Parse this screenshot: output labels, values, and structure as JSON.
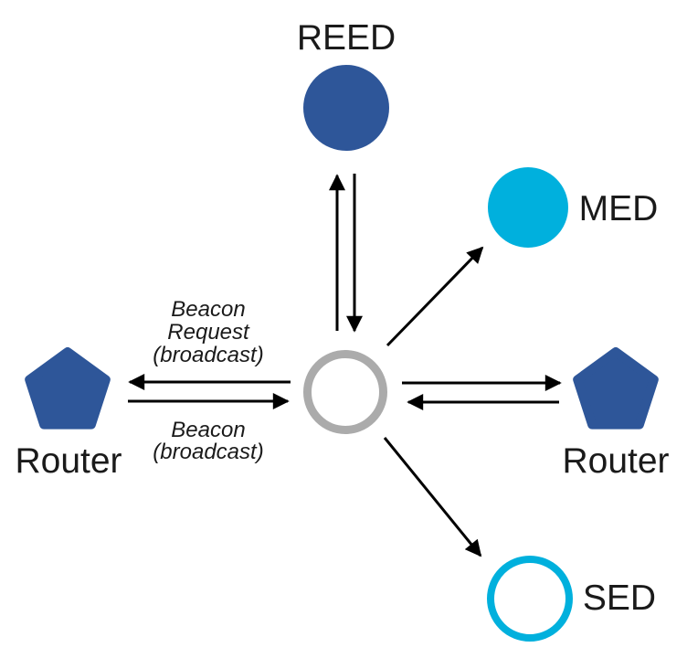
{
  "colors": {
    "navy": "#2e5699",
    "cyan": "#00b0dd",
    "gray": "#ababab",
    "line": "#000000",
    "text": "#1a1a1a",
    "background": "#ffffff"
  },
  "nodes": {
    "reed": {
      "label": "REED",
      "shape": "filled-circle",
      "color": "#2e5699"
    },
    "med": {
      "label": "MED",
      "shape": "filled-circle",
      "color": "#00b0dd"
    },
    "router_left": {
      "label": "Router",
      "shape": "filled-pentagon",
      "color": "#2e5699"
    },
    "router_right": {
      "label": "Router",
      "shape": "filled-pentagon",
      "color": "#2e5699"
    },
    "sed": {
      "label": "SED",
      "shape": "outlined-circle",
      "color": "#00b0dd"
    },
    "center": {
      "shape": "outlined-circle",
      "color": "#ababab"
    }
  },
  "edge_labels": {
    "beacon_request": {
      "line1": "Beacon",
      "line2": "Request",
      "line3": "(broadcast)"
    },
    "beacon": {
      "line1": "Beacon",
      "line2": "(broadcast)"
    }
  },
  "edges": [
    {
      "from": "center",
      "to": "reed",
      "type": "double-arrow-pair"
    },
    {
      "from": "center",
      "to": "med",
      "type": "single-arrow"
    },
    {
      "from": "center",
      "to": "router_left",
      "type": "double-arrow-pair",
      "outgoing_label": "Beacon Request (broadcast)",
      "incoming_label": "Beacon (broadcast)"
    },
    {
      "from": "center",
      "to": "router_right",
      "type": "double-arrow-pair"
    },
    {
      "from": "center",
      "to": "sed",
      "type": "single-arrow"
    }
  ]
}
